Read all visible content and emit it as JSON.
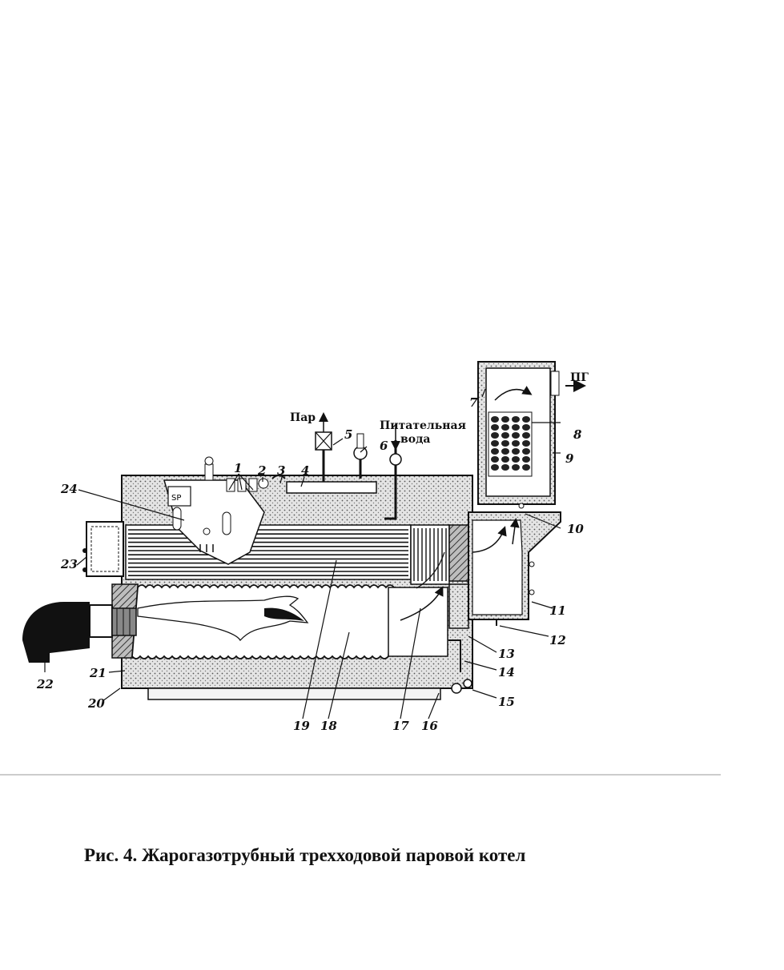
{
  "labels": {
    "steam": "Пар",
    "feedwater_line1": "Питательная",
    "feedwater_line2": "вода",
    "flue_gas": "ПГ"
  },
  "callouts": [
    "1",
    "2",
    "3",
    "4",
    "5",
    "6",
    "7",
    "8",
    "9",
    "10",
    "11",
    "12",
    "13",
    "14",
    "15",
    "16",
    "17",
    "18",
    "19",
    "20",
    "21",
    "22",
    "23",
    "24"
  ],
  "caption": "Рис. 4. Жарогазотрубный трехходовой паровой котел",
  "colors": {
    "ink": "#111111",
    "insulation": "#cfcfcf",
    "water": "#e8e8e8"
  }
}
